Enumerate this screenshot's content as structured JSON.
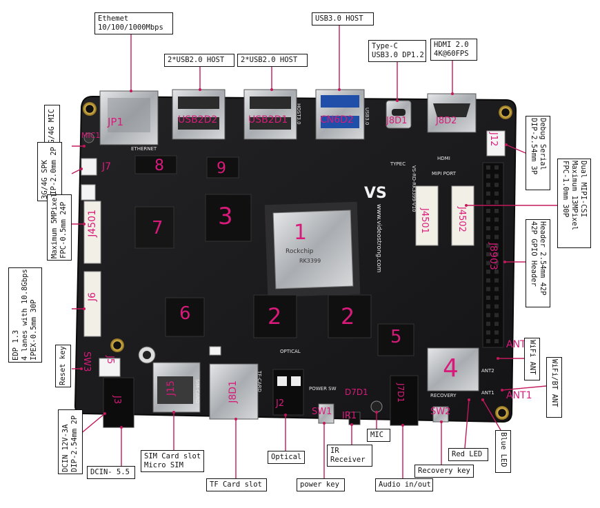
{
  "callouts": {
    "ethernet": [
      "Ethemet",
      "10/100/1000Mbps"
    ],
    "usb2_a": [
      "2*USB2.0  HOST"
    ],
    "usb2_b": [
      "2*USB2.0  HOST"
    ],
    "usb3": [
      "USB3.0  HOST"
    ],
    "typec": [
      "Type-C",
      "USB3.0 DP1.2"
    ],
    "hdmi": [
      "HDMI 2.0",
      "4K@60FPS"
    ],
    "mic_4g": [
      "3G/4G MIC"
    ],
    "spk_4g": [
      "3G/4G SPK",
      "DIP-2.0mm 2P"
    ],
    "camera": [
      "Maximum 5MPixel",
      "FPC-0.5mm 24P"
    ],
    "edp": [
      "EDP 1.3",
      "4 lanes with 10.8Gbps",
      "IPEX-0.5mm 30P"
    ],
    "reset": [
      "Reset key"
    ],
    "dcin": [
      "DCIN 12V-3A",
      "DIP-2.54mm 2P"
    ],
    "dcin55": [
      "DCIN- 5.5"
    ],
    "sim": [
      "SIM Card slot",
      "Micro SIM"
    ],
    "tf": [
      "TF Card slot"
    ],
    "optical": [
      "Optical"
    ],
    "power": [
      "power key"
    ],
    "ir": [
      "IR",
      "Receiver"
    ],
    "mic": [
      "MIC"
    ],
    "audio": [
      "Audio in/out"
    ],
    "recovery": [
      "Recovery key"
    ],
    "redled": [
      "Red LED"
    ],
    "blueled": [
      "Blue LED"
    ],
    "wifibt": [
      "WiFi/BT ANT"
    ],
    "wifi": [
      "WiFi ANT"
    ],
    "header": [
      "Header 2.54mm 42P",
      "42P GPIO Header"
    ],
    "mipi": [
      "Dual MIPI-CSI",
      "Maximum 13MPixel",
      "FPC-1.0mm 30P"
    ],
    "debug": [
      "Debug Serial",
      "DIP-2.54mm 3P"
    ]
  },
  "board_labels": {
    "jp1": "JP1",
    "usb2d2": "USB2D2",
    "usb2d1": "USB2D1",
    "cn6d2": "CN6D2",
    "j8d1": "J8D1",
    "j8d2": "J8D2",
    "j12": "J12",
    "j7": "J7",
    "j4501": "J4501",
    "j6": "J6",
    "sw3": "SW3",
    "j5": "J5",
    "j3": "J3",
    "j15": "J15",
    "j8d1b": "J8D1",
    "j2": "J2",
    "sw1": "SW1",
    "ir1": "IR1",
    "d7d1": "D7D1",
    "j7d1": "J7D1",
    "sw2": "SW2",
    "ant1": "ANT1",
    "ant2": "ANT2",
    "j8903": "J8903",
    "j4502": "J4502",
    "j4501b": "J4501",
    "n1": "1",
    "n2a": "2",
    "n2b": "2",
    "n3": "3",
    "n4": "4",
    "n5": "5",
    "n6": "6",
    "n7": "7",
    "n8": "8",
    "n9": "9",
    "mic1": "MIC1"
  },
  "silkscreen": {
    "rockchip": "Rockchip",
    "soc": "RK3399",
    "brand": "VS",
    "site": "www.videostrong.com",
    "model": "VS-RD-RK3399-V10",
    "mipi_port": "MIPI PORT",
    "hdmi": "HDMI",
    "typec": "TYPEC",
    "ethernet": "ETHERNET",
    "optical": "OPTICAL",
    "power_sw": "POWER SW",
    "recovery": "RECOVERY",
    "sim_card": "SIM-CARD",
    "tf_card": "TF-CARD",
    "antenna1": "ANT1",
    "antenna2": "ANT2",
    "usb30": "USB3.0",
    "host": "HOST3.0"
  },
  "colors": {
    "label_pink": "#d81b7a",
    "board": "#1c1c1e",
    "silk": "#e8e8e8",
    "leader": "#c2185b",
    "metal": "#b9bcc0"
  }
}
